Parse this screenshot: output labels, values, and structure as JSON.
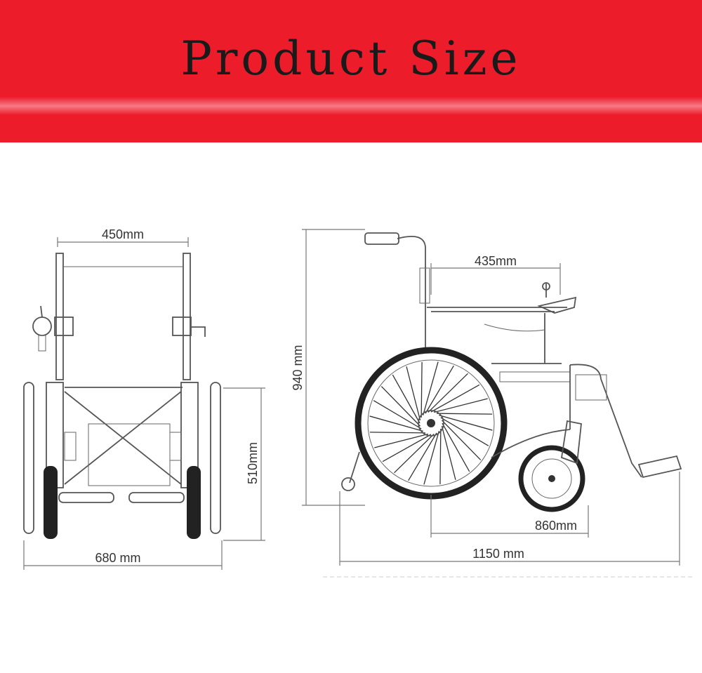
{
  "banner": {
    "title": "Product Size"
  },
  "front_view": {
    "seat_width": "450mm",
    "seat_height": "510mm",
    "overall_width": "680 mm"
  },
  "side_view": {
    "seat_depth": "435mm",
    "overall_height": "940 mm",
    "wheelbase": "860mm",
    "overall_length": "1150 mm"
  },
  "colors": {
    "banner": "#ec1c2b",
    "line": "#555555"
  }
}
